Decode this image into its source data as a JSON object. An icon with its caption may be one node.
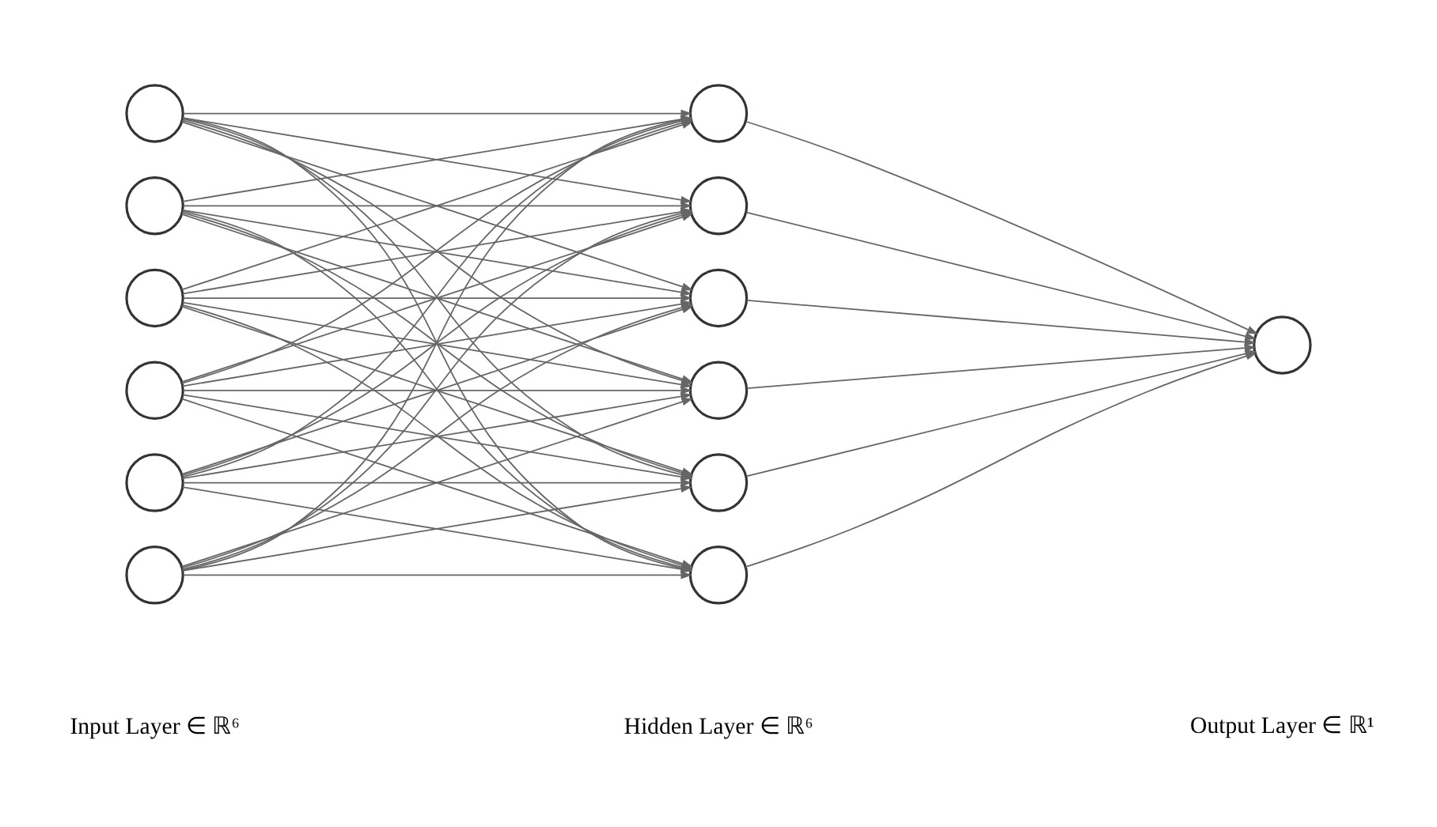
{
  "diagram": {
    "nodes": [
      {
        "text": [],
        "shape": "circle"
      },
      {
        "text": [],
        "shape": "circle"
      },
      {
        "text": [],
        "shape": "circle"
      },
      {
        "text": [],
        "shape": "circle"
      },
      {
        "text": [],
        "shape": "circle"
      },
      {
        "text": [],
        "shape": "circle"
      },
      {
        "text": [],
        "shape": "circle"
      },
      {
        "text": [],
        "shape": "circle"
      },
      {
        "text": [],
        "shape": "circle"
      },
      {
        "text": [],
        "shape": "circle"
      },
      {
        "text": [],
        "shape": "circle"
      },
      {
        "text": [],
        "shape": "circle"
      },
      {
        "text": [],
        "shape": "circle"
      }
    ],
    "edges": [
      {
        "from": 0,
        "to": 6,
        "arrow": "to"
      },
      {
        "from": 0,
        "to": 7,
        "arrow": "to"
      },
      {
        "from": 0,
        "to": 8,
        "arrow": "to"
      },
      {
        "from": 0,
        "to": 9,
        "arrow": "to"
      },
      {
        "from": 0,
        "to": 10,
        "arrow": "to"
      },
      {
        "from": 0,
        "to": 11,
        "arrow": "to"
      },
      {
        "from": 1,
        "to": 6,
        "arrow": "to"
      },
      {
        "from": 1,
        "to": 7,
        "arrow": "to"
      },
      {
        "from": 1,
        "to": 8,
        "arrow": "to"
      },
      {
        "from": 1,
        "to": 9,
        "arrow": "to"
      },
      {
        "from": 1,
        "to": 10,
        "arrow": "to"
      },
      {
        "from": 1,
        "to": 11,
        "arrow": "to"
      },
      {
        "from": 2,
        "to": 6,
        "arrow": "to"
      },
      {
        "from": 2,
        "to": 7,
        "arrow": "to"
      },
      {
        "from": 2,
        "to": 8,
        "arrow": "to"
      },
      {
        "from": 2,
        "to": 9,
        "arrow": "to"
      },
      {
        "from": 2,
        "to": 10,
        "arrow": "to"
      },
      {
        "from": 2,
        "to": 11,
        "arrow": "to"
      },
      {
        "from": 3,
        "to": 6,
        "arrow": "to"
      },
      {
        "from": 3,
        "to": 7,
        "arrow": "to"
      },
      {
        "from": 3,
        "to": 8,
        "arrow": "to"
      },
      {
        "from": 3,
        "to": 9,
        "arrow": "to"
      },
      {
        "from": 3,
        "to": 10,
        "arrow": "to"
      },
      {
        "from": 3,
        "to": 11,
        "arrow": "to"
      },
      {
        "from": 4,
        "to": 6,
        "arrow": "to"
      },
      {
        "from": 4,
        "to": 7,
        "arrow": "to"
      },
      {
        "from": 4,
        "to": 8,
        "arrow": "to"
      },
      {
        "from": 4,
        "to": 9,
        "arrow": "to"
      },
      {
        "from": 4,
        "to": 10,
        "arrow": "to"
      },
      {
        "from": 4,
        "to": 11,
        "arrow": "to"
      },
      {
        "from": 5,
        "to": 6,
        "arrow": "to"
      },
      {
        "from": 5,
        "to": 7,
        "arrow": "to"
      },
      {
        "from": 5,
        "to": 8,
        "arrow": "to"
      },
      {
        "from": 5,
        "to": 9,
        "arrow": "to"
      },
      {
        "from": 5,
        "to": 10,
        "arrow": "to"
      },
      {
        "from": 5,
        "to": 11,
        "arrow": "to"
      },
      {
        "from": 6,
        "to": 12,
        "arrow": "to"
      },
      {
        "from": 7,
        "to": 12,
        "arrow": "to"
      },
      {
        "from": 8,
        "to": 12,
        "arrow": "to"
      },
      {
        "from": 9,
        "to": 12,
        "arrow": "to"
      },
      {
        "from": 10,
        "to": 12,
        "arrow": "to"
      },
      {
        "from": 11,
        "to": 12,
        "arrow": "to"
      }
    ],
    "labels": [
      "Input Layer ∈ ℝ⁶",
      "Hidden Layer ∈ ℝ⁶",
      "Output Layer ∈ ℝ¹"
    ]
  }
}
